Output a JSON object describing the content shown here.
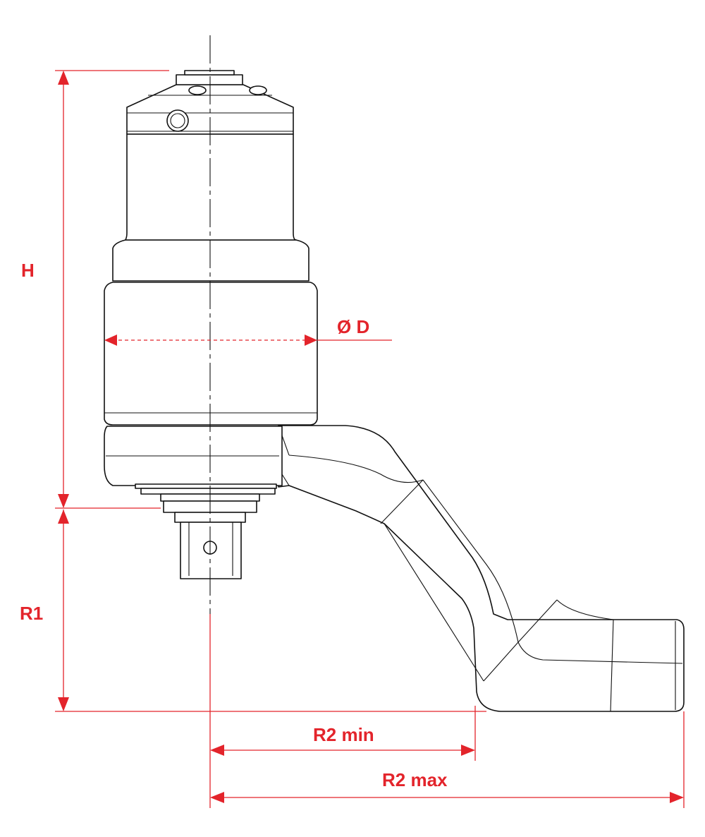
{
  "diagram": {
    "labels": {
      "height": "H",
      "diameter": "Ø D",
      "radius1": "R1",
      "radius2_min": "R2 min",
      "radius2_max": "R2 max"
    },
    "colors": {
      "dimension": "#e3242b",
      "outline": "#111111",
      "background": "#ffffff"
    }
  }
}
